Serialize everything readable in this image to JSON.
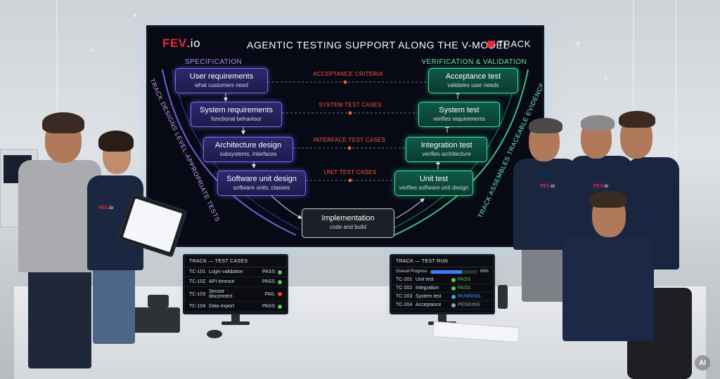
{
  "screen": {
    "brand": "FEV",
    "brand_suffix": ".io",
    "title": "AGENTIC TESTING SUPPORT ALONG THE V-MODEL",
    "track_logo": "TRACK",
    "spec_heading": "SPECIFICATION",
    "ver_heading": "VERIFICATION & VALIDATION",
    "left_side_text": "TRACK DESIGNS LEVEL-APPROPRIATE TESTS",
    "right_side_text": "TRACK ASSEMBLES TRACEABLE EVIDENCE",
    "spec_boxes": [
      {
        "title": "User requirements",
        "sub": "what customers need"
      },
      {
        "title": "System requirements",
        "sub": "functional behaviour"
      },
      {
        "title": "Architecture design",
        "sub": "subsystems, interfaces"
      },
      {
        "title": "Software unit design",
        "sub": "software units, classes"
      }
    ],
    "ver_boxes": [
      {
        "title": "Acceptance test",
        "sub": "validates user needs"
      },
      {
        "title": "System test",
        "sub": "verifies requirements"
      },
      {
        "title": "Integration test",
        "sub": "verifies architecture"
      },
      {
        "title": "Unit test",
        "sub": "verifies software unit design"
      }
    ],
    "links": [
      "ACCEPTANCE CRITERIA",
      "SYSTEM TEST CASES",
      "INTERFACE TEST CASES",
      "UNIT TEST CASES"
    ],
    "implementation": {
      "title": "Implementation",
      "sub": "code and build"
    }
  },
  "monitor_left": {
    "heading": "TRACK — TEST CASES",
    "rows": [
      {
        "id": "TC-101",
        "name": "Login validation",
        "status": "PASS",
        "color": "#5ac84a"
      },
      {
        "id": "TC-102",
        "name": "API timeout",
        "status": "PASS",
        "color": "#5ac84a"
      },
      {
        "id": "TC-103",
        "name": "Sensor disconnect",
        "status": "FAIL",
        "color": "#e8402a"
      },
      {
        "id": "TC-104",
        "name": "Data export",
        "status": "PASS",
        "color": "#5ac84a"
      }
    ]
  },
  "monitor_right": {
    "heading": "TRACK — TEST RUN",
    "progress_label": "Overall Progress",
    "progress_value": "68%",
    "progress_fraction": 0.68,
    "rows": [
      {
        "id": "TC-201",
        "name": "Unit test",
        "status": "PASS",
        "color": "#5ac84a"
      },
      {
        "id": "TC-202",
        "name": "Integration",
        "status": "PASS",
        "color": "#5ac84a"
      },
      {
        "id": "TC-203",
        "name": "System test",
        "status": "RUNNING",
        "color": "#3a9bff"
      },
      {
        "id": "TC-204",
        "name": "Acceptance",
        "status": "PENDING",
        "color": "#9aa0aa"
      }
    ]
  },
  "shirt_brand": "FEV",
  "shirt_brand_suffix": ".io",
  "badge": "AI",
  "colors": {
    "brand_red": "#e8283a",
    "spec_purple": "#7a6ef0",
    "ver_green": "#3ee0a0",
    "link_orange": "#ff5a3c"
  }
}
